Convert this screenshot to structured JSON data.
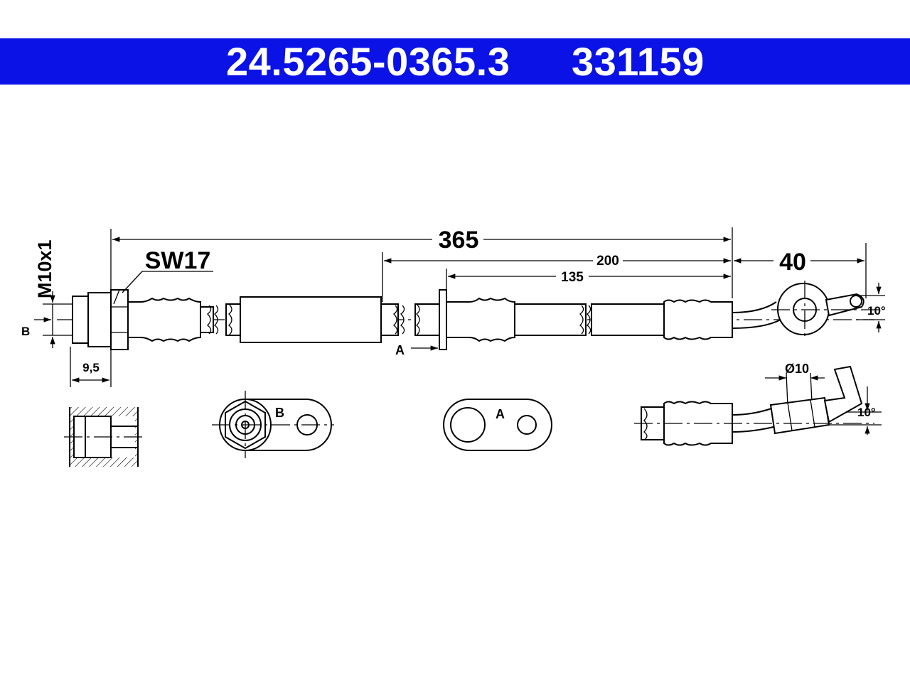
{
  "header": {
    "part_number": "24.5265-0365.3",
    "ref_number": "331159",
    "background_color": "#0a12e6",
    "text_color": "#ffffff"
  },
  "dimensions": {
    "total_length": "365",
    "length_200": "200",
    "length_135": "135",
    "end_length": "40",
    "thread": "M10x1",
    "wrench_size": "SW17",
    "thread_depth": "9,5",
    "angle_top": "10°",
    "angle_bottom": "10°",
    "eye_diameter": "Ø10"
  },
  "labels": {
    "section_a": "A",
    "section_b": "B",
    "view_a": "A",
    "view_b": "B"
  }
}
